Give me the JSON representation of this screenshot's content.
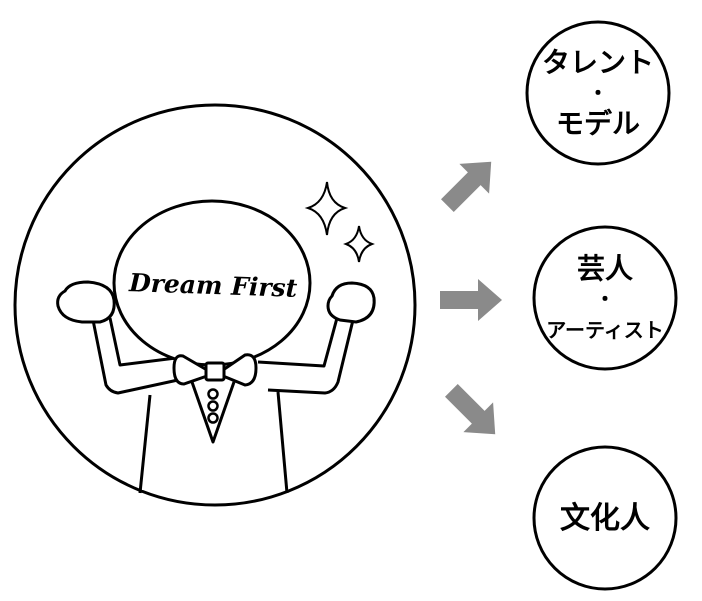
{
  "mascot": {
    "logo_text": "Dream First"
  },
  "targets": [
    {
      "lines": [
        "タレント",
        "・",
        "モデル"
      ]
    },
    {
      "lines": [
        "芸人",
        "・",
        "アーティスト"
      ]
    },
    {
      "lines": [
        "文化人"
      ]
    }
  ],
  "colors": {
    "line": "#000000",
    "arrow": "#8a8a8a",
    "background": "#ffffff"
  },
  "icons": {
    "arrows": [
      "arrow-up-right-icon",
      "arrow-right-icon",
      "arrow-down-right-icon"
    ],
    "sparkles": [
      "sparkle-icon",
      "sparkle-icon"
    ]
  }
}
